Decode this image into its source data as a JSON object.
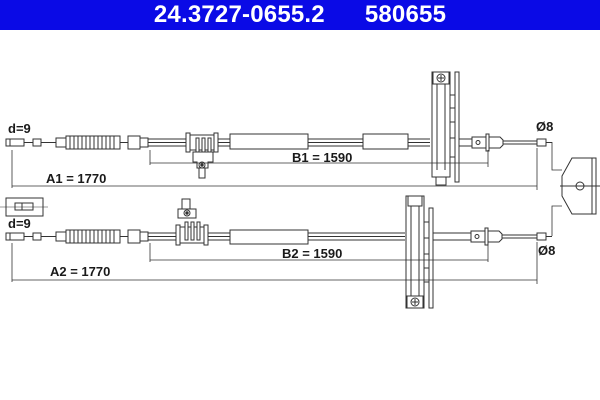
{
  "header": {
    "part_number": "24.3727-0655.2",
    "ref_number": "580655",
    "background": "#0a0ae6",
    "text_color": "#ffffff"
  },
  "cable_1": {
    "end_label": "d=9",
    "diameter_label": "Ø8",
    "total_length": "A1 = 1770",
    "sheath_length": "B1 = 1590"
  },
  "cable_2": {
    "end_label": "d=9",
    "diameter_label": "Ø8",
    "total_length": "A2 = 1770",
    "sheath_length": "B2 = 1590"
  }
}
